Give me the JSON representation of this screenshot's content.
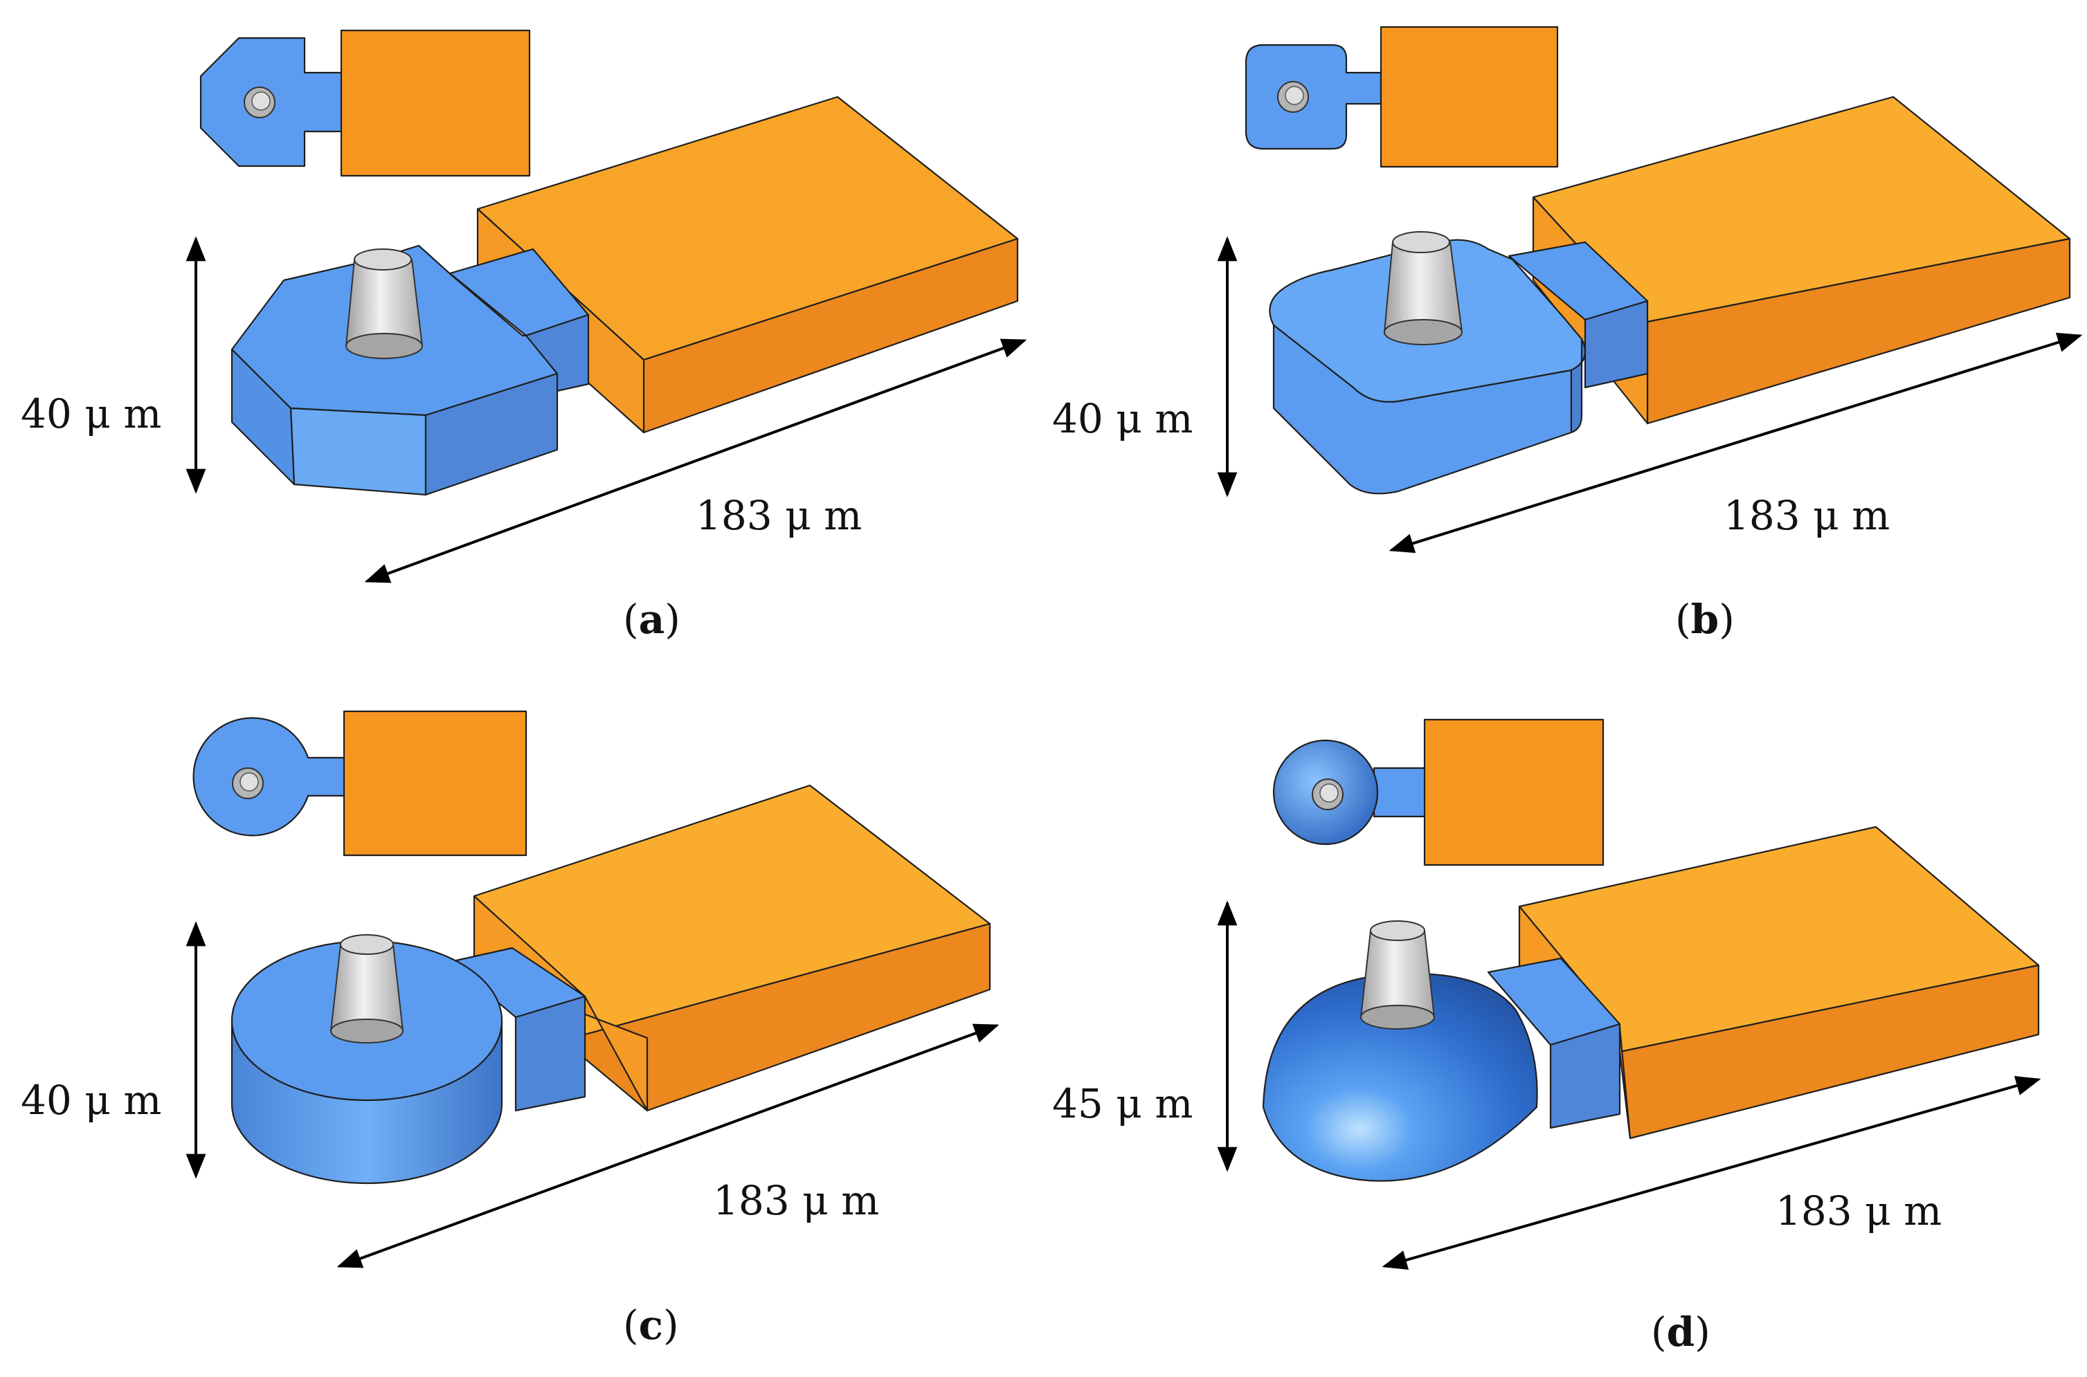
{
  "figure": {
    "panels": [
      {
        "id": "a",
        "caption_letter": "a",
        "height_label": "40 μ m",
        "length_label": "183 μ m",
        "base_shape": "octagon"
      },
      {
        "id": "b",
        "caption_letter": "b",
        "height_label": "40 μ m",
        "length_label": "183 μ m",
        "base_shape": "rounded-square"
      },
      {
        "id": "c",
        "caption_letter": "c",
        "height_label": "40 μ m",
        "length_label": "183 μ m",
        "base_shape": "cylinder"
      },
      {
        "id": "d",
        "caption_letter": "d",
        "height_label": "45 μ m",
        "length_label": "183 μ m",
        "base_shape": "hemisphere"
      }
    ],
    "colors": {
      "blue_top": "#5b9cf0",
      "blue_side": "#4f86d8",
      "blue_front": "#6aaaf5",
      "orange_top": "#f7a124",
      "orange_front": "#ec8a1e",
      "orange_side": "#f59623",
      "pin_top": "#d9d9d9",
      "pin_side": "#bdbdbd"
    }
  }
}
